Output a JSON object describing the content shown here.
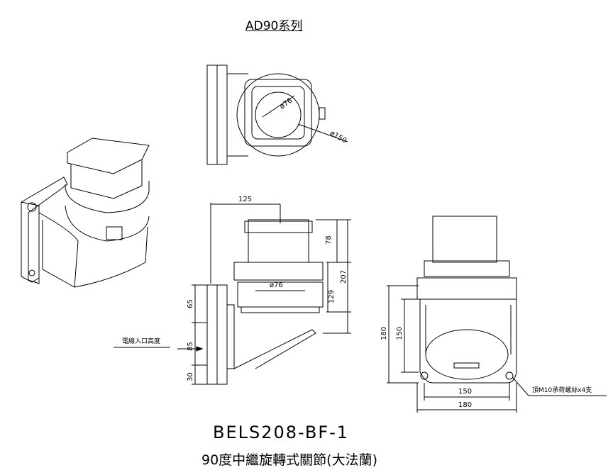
{
  "title": "AD90系列",
  "model": "BELS208-BF-1",
  "description": "90度中繼旋轉式關節(大法蘭)",
  "top_view": {
    "dim_inner": "ø76",
    "dim_outer": "ø150"
  },
  "side_view": {
    "dims": {
      "width": "125",
      "h78": "78",
      "h207": "207",
      "h129": "129",
      "bore": "ø76",
      "h65": "65",
      "h85": "85",
      "h30": "30"
    },
    "cable_entry_label": "電線入口高度"
  },
  "front_view": {
    "dims": {
      "h180": "180",
      "h150": "150",
      "w150": "150",
      "w180": "180"
    },
    "bolt_note": "頂M10承荷螺絲x4支"
  }
}
